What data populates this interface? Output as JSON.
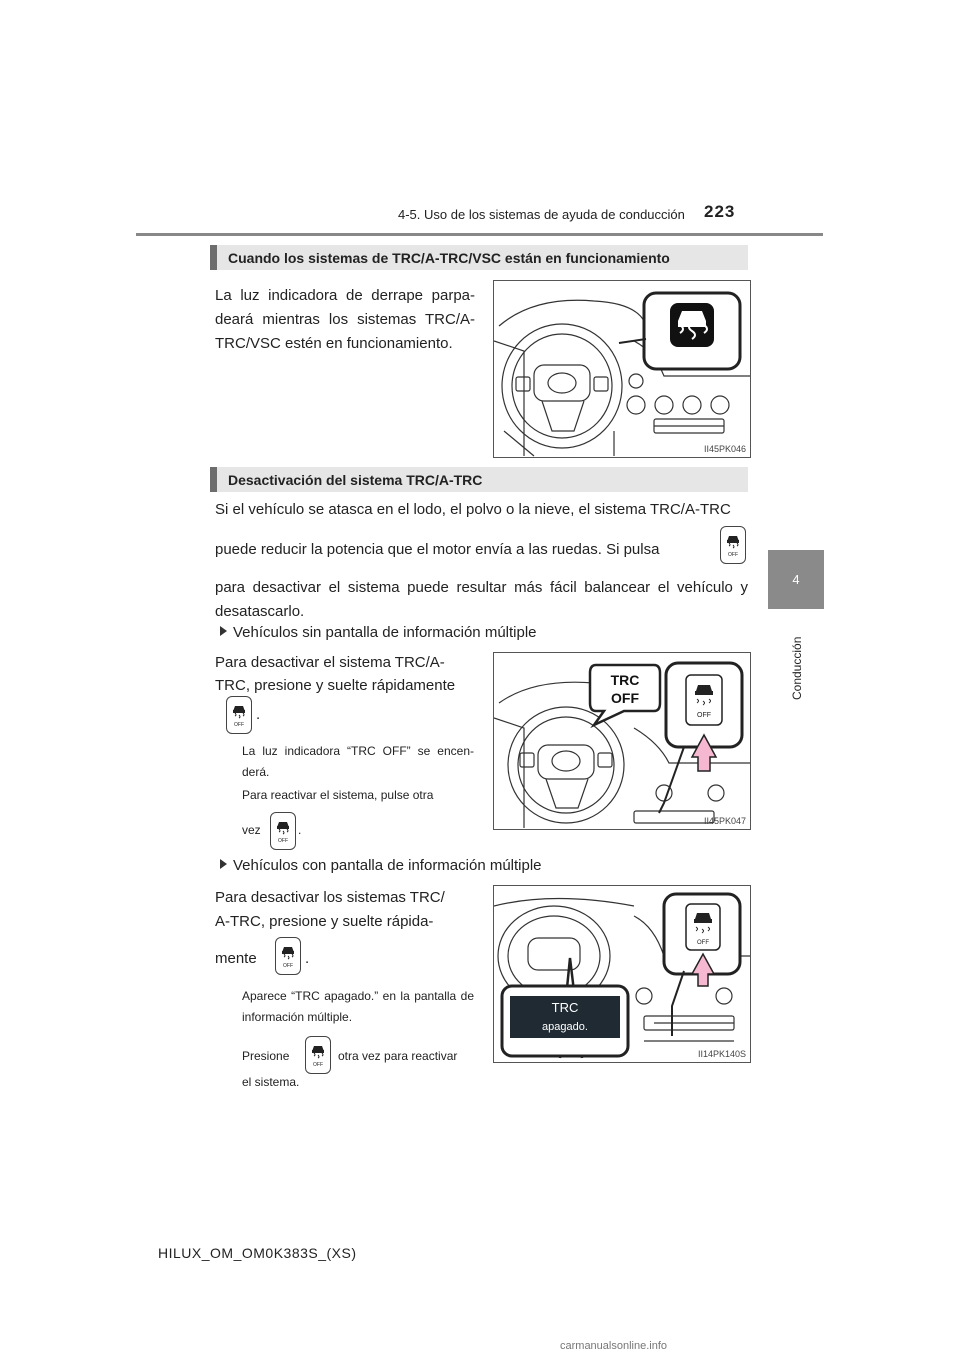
{
  "header": {
    "section": "4-5. Uso de los sistemas de ayuda de conducción",
    "page_number": "223"
  },
  "side_tab": {
    "number": "4",
    "label": "Conducción"
  },
  "sections": [
    {
      "title": "Cuando los sistemas de TRC/A-TRC/VSC están en funcionamiento",
      "text": "La luz indicadora de derrape parpa- deará mientras los sistemas TRC/A- TRC/VSC estén en funcionamiento.",
      "figure_code": "II45PK046"
    },
    {
      "title": "Desactivación del sistema TRC/A-TRC",
      "intro_1": "Si el vehículo se atasca en el lodo, el polvo o la nieve, el sistema TRC/A-TRC",
      "intro_2": "puede reducir la potencia que el motor envía a las ruedas. Si pulsa",
      "intro_3": "para desactivar el sistema puede resultar más fácil balancear el vehículo y desatascarlo."
    }
  ],
  "subsection_1": {
    "bullet": "Vehículos sin pantalla de información múltiple",
    "text_line1": "Para desactivar el sistema TRC/A-",
    "text_line2": "TRC, presione y suelte rápidamente",
    "text_end": ".",
    "note_1": "La luz indicadora “TRC OFF” se encen- derá.",
    "note_2_line1": "Para reactivar el sistema, pulse otra",
    "note_2_word": "vez",
    "note_2_end": ".",
    "callout_line1": "TRC",
    "callout_line2": "OFF",
    "button_text": "OFF",
    "figure_code": "II45PK047"
  },
  "subsection_2": {
    "bullet": "Vehículos con pantalla de información múltiple",
    "text_line1": "Para desactivar los sistemas TRC/",
    "text_line2": "A-TRC, presione y suelte rápida-",
    "text_word": "mente",
    "text_end": ".",
    "note_1": "Aparece “TRC apagado.” en la pantalla de información múltiple.",
    "note_2_pre": "Presione",
    "note_2_post": "otra vez para reactivar",
    "note_2_line2": "el sistema.",
    "display_line1": "TRC",
    "display_line2": "apagado.",
    "button_text": "OFF",
    "figure_code": "II14PK140S"
  },
  "footer": "HILUX_OM_OM0K383S_(XS)",
  "watermark": "carmanualsonline.info"
}
